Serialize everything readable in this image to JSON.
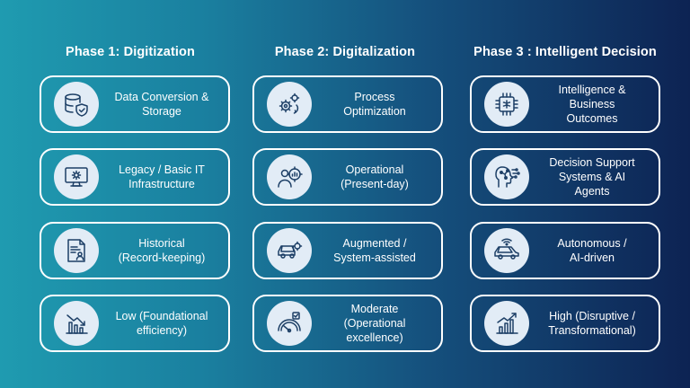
{
  "colors": {
    "icon_bg": "#e2ecf6",
    "icon_stroke": "#1d3f66",
    "border": "#ffffff"
  },
  "phases": [
    {
      "title": "Phase 1: Digitization",
      "cards": [
        {
          "label": "Data Conversion &\nStorage",
          "icon": "database-shield-icon"
        },
        {
          "label": "Legacy / Basic IT\nInfrastructure",
          "icon": "computer-gear-icon"
        },
        {
          "label": "Historical\n(Record-keeping)",
          "icon": "document-user-icon"
        },
        {
          "label": "Low (Foundational\nefficiency)",
          "icon": "declining-chart-icon"
        }
      ]
    },
    {
      "title": "Phase 2: Digitalization",
      "cards": [
        {
          "label": "Process\nOptimization",
          "icon": "gears-cycle-icon"
        },
        {
          "label": "Operational\n(Present-day)",
          "icon": "person-gear-chart-icon"
        },
        {
          "label": "Augmented /\nSystem-assisted",
          "icon": "car-gear-icon"
        },
        {
          "label": "Moderate\n(Operational\nexcellence)",
          "icon": "speedometer-icon"
        }
      ]
    },
    {
      "title": "Phase 3 :  Intelligent Decision",
      "cards": [
        {
          "label": "Intelligence &\nBusiness\nOutcomes",
          "icon": "ai-chip-icon"
        },
        {
          "label": "Decision Support\nSystems & AI\nAgents",
          "icon": "head-network-icon"
        },
        {
          "label": "Autonomous /\nAI-driven",
          "icon": "autonomous-car-icon"
        },
        {
          "label": "High (Disruptive /\nTransformational)",
          "icon": "growth-chart-icon"
        }
      ]
    }
  ]
}
